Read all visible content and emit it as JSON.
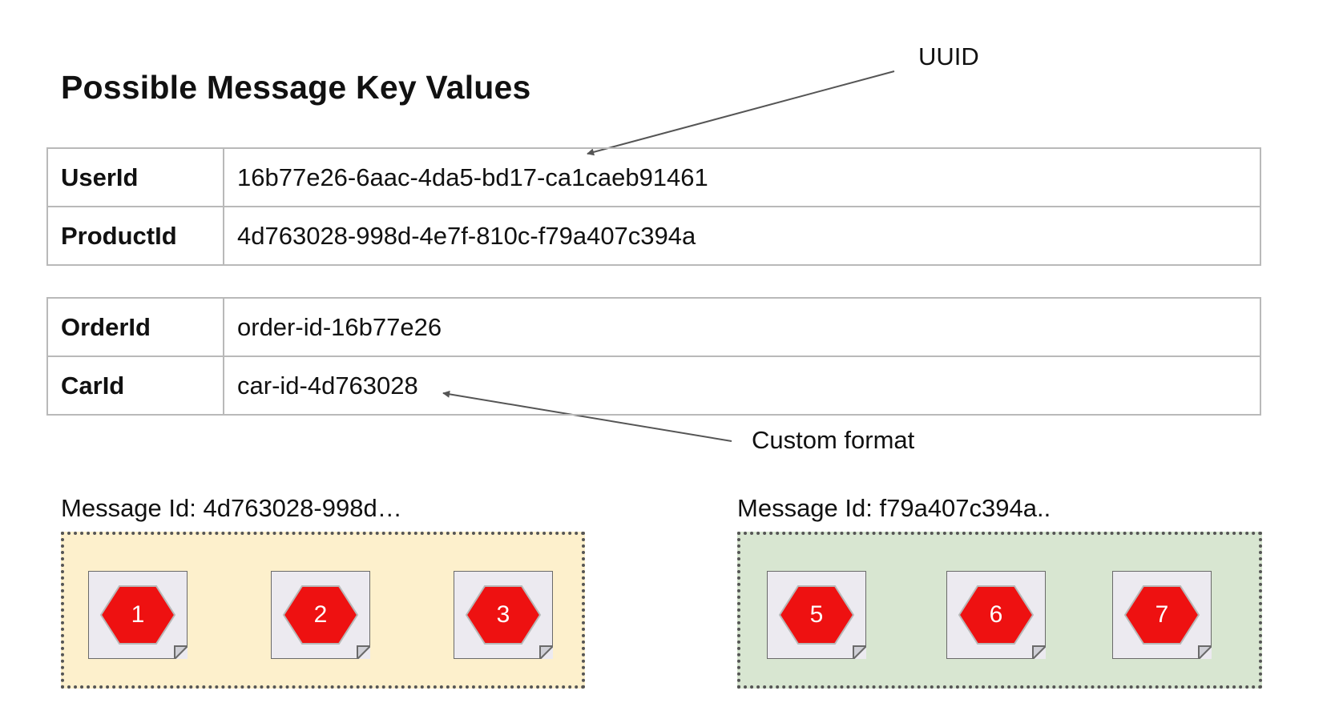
{
  "title": "Possible Message Key Values",
  "tables": [
    [
      {
        "key": "UserId",
        "value": "16b77e26-6aac-4da5-bd17-ca1caeb91461"
      },
      {
        "key": "ProductId",
        "value": "4d763028-998d-4e7f-810c-f79a407c394a"
      }
    ],
    [
      {
        "key": "OrderId",
        "value": "order-id-16b77e26"
      },
      {
        "key": "CarId",
        "value": "car-id-4d763028"
      }
    ]
  ],
  "annotations": {
    "uuid": "UUID",
    "custom_format": "Custom format"
  },
  "message_groups": [
    {
      "label": "Message Id: 4d763028-998d…",
      "color": "#fdf0cc",
      "messages": [
        "1",
        "2",
        "3"
      ]
    },
    {
      "label": "Message Id: f79a407c394a..",
      "color": "#d8e6d1",
      "messages": [
        "5",
        "6",
        "7"
      ]
    }
  ],
  "colors": {
    "hexagon": "#ee1111",
    "card": "#eceaf0",
    "table_border": "#b9b9b9"
  }
}
